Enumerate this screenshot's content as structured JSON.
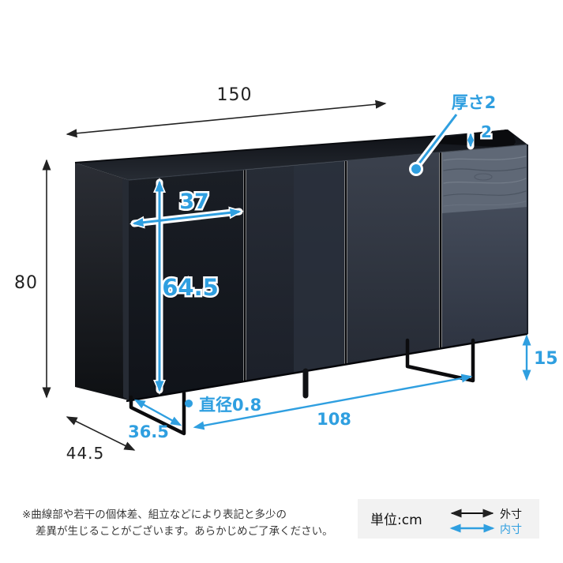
{
  "colors": {
    "accent": "#2f9fe0",
    "ink": "#222222",
    "cabinet_dark": "#14171d",
    "legend_bg": "#f2f2f2"
  },
  "dimensions_outer": {
    "width": "150",
    "height": "80",
    "depth": "44.5"
  },
  "dimensions_inner": {
    "top_thickness_label": "厚さ2",
    "top_rim_height": "2",
    "door_width": "37",
    "door_height": "64.5",
    "leg_height": "15",
    "leg_diameter_label": "直径0.8",
    "leg_span": "108",
    "leg_depth": "36.5"
  },
  "footer": {
    "note_line1": "※曲線部や若干の個体差、組立などにより表記と多少の",
    "note_line2": "差異が生じることがございます。あらかじめご了承ください。",
    "unit_label": "単位:cm",
    "legend_outer": "外寸",
    "legend_inner": "内寸"
  }
}
